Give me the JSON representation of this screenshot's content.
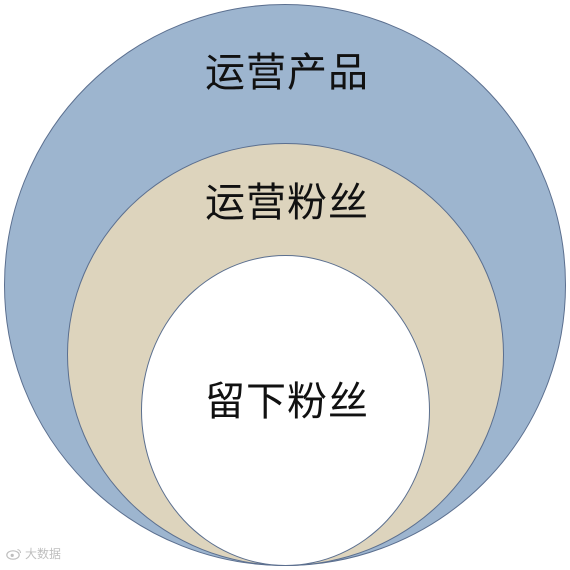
{
  "diagram": {
    "circles": [
      {
        "label": "运营产品",
        "fill": "#9db5cf"
      },
      {
        "label": "运营粉丝",
        "fill": "#ddd4bd"
      },
      {
        "label": "留下粉丝",
        "fill": "#ffffff"
      }
    ],
    "border_color": "#5b6f8f"
  },
  "watermark": {
    "icon": "weibo-logo-icon",
    "text": "大数据"
  }
}
